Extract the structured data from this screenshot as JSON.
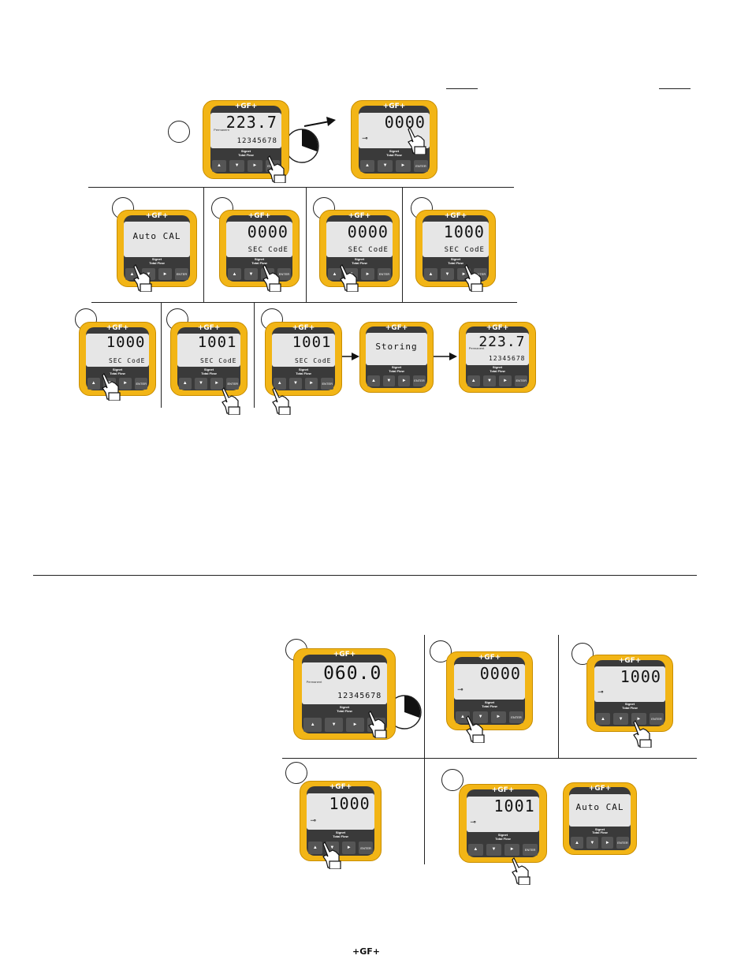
{
  "brand": "+GF+",
  "model_lines": [
    "Signet",
    "Total Flow"
  ],
  "buttons": [
    "▲",
    "▼",
    "►",
    "ENTER"
  ],
  "unit_label": "Permanent",
  "key_icon": "key-icon",
  "displays": {
    "d1": {
      "main": "223.7",
      "sub": "12345678"
    },
    "d2": {
      "main": "0000"
    },
    "d3": {
      "main": "Auto CAL"
    },
    "d4": {
      "main": "0000",
      "sub": "SEC CodE"
    },
    "d5": {
      "main": "0000",
      "sub": "SEC CodE"
    },
    "d6": {
      "main": "1000",
      "sub": "SEC CodE"
    },
    "d7": {
      "main": "1000",
      "sub": "SEC CodE"
    },
    "d8": {
      "main": "1001",
      "sub": "SEC CodE"
    },
    "d9": {
      "main": "1001",
      "sub": "SEC CodE"
    },
    "d10": {
      "main": "Storing"
    },
    "d11": {
      "main": "223.7",
      "sub": "12345678"
    },
    "d12": {
      "main": "060.0",
      "sub": "12345678"
    },
    "d13": {
      "main": "0000"
    },
    "d14": {
      "main": "1000"
    },
    "d15": {
      "main": "1000"
    },
    "d16": {
      "main": "1001"
    },
    "d17": {
      "main": "Auto CAL"
    }
  },
  "footer": {
    "brand": "+GF+"
  }
}
